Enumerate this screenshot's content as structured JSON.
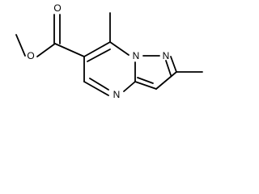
{
  "structure": {
    "atoms": {
      "o_carbonyl": "O",
      "o_ester": "O",
      "n_bridge": "N",
      "n_pyrazole": "N",
      "n_ring": "N"
    }
  }
}
